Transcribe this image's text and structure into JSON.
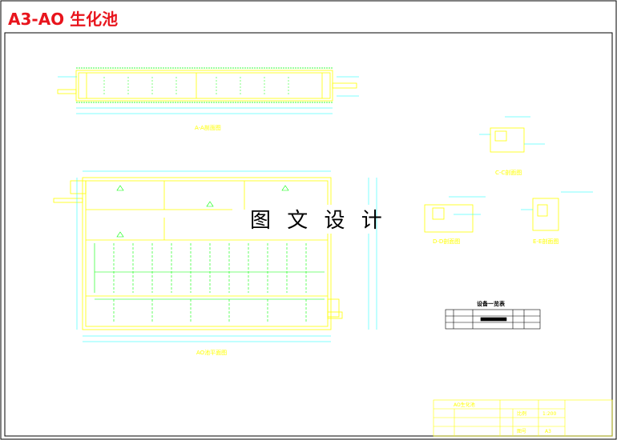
{
  "drawing": {
    "title": "A3-AO 生化池",
    "watermark": "图 文 设 计"
  },
  "views": {
    "section_aa": "A-A剖面图",
    "plan": "AO池平面图",
    "section_cc": "C-C剖面图",
    "section_dd": "D-D剖面图",
    "section_ee": "E-E剖面图"
  },
  "equipment_table": {
    "title": "设备一览表"
  },
  "title_block": {
    "drawing_name": "AO生化池",
    "scale_label": "比例",
    "scale_value": "1:200",
    "sheet_label": "图号",
    "sheet_value": "A3"
  },
  "colors": {
    "background": "#ffffff",
    "linework": "#ffff00",
    "dimension": "#00ffff",
    "aeration": "#00ff00",
    "title": "#e8141c",
    "ink": "#000000"
  }
}
